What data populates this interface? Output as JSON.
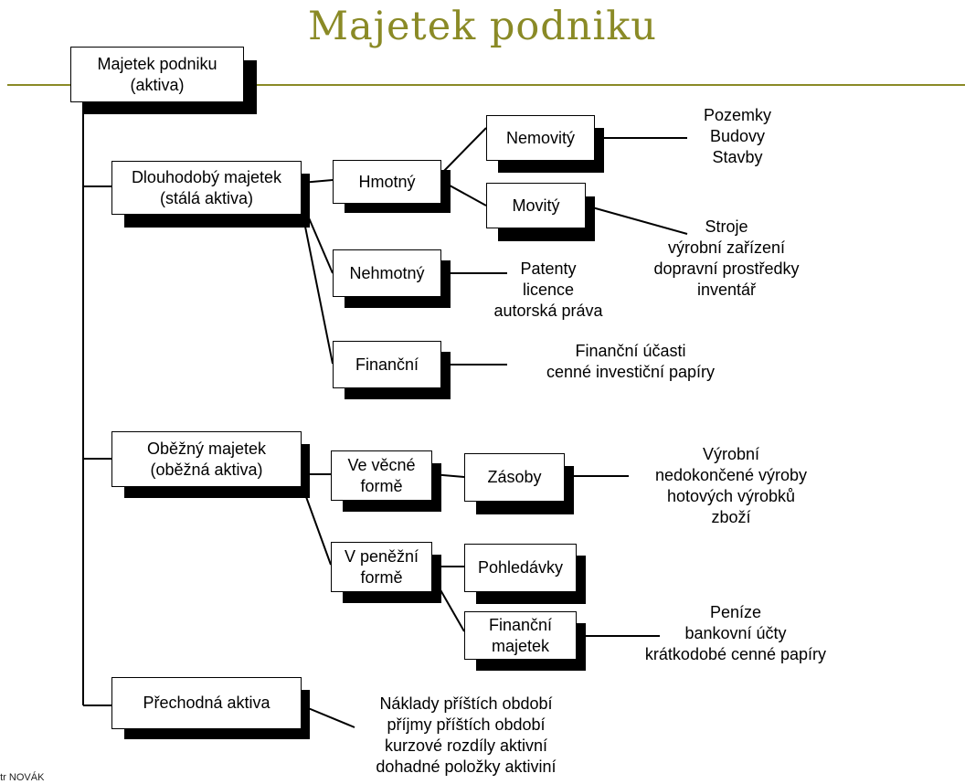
{
  "title": "Majetek podniku",
  "footer": "etr NOVÁK",
  "nodes": {
    "root": "Majetek podniku\n(aktiva)",
    "longterm": "Dlouhodobý majetek\n(stálá aktiva)",
    "tangible": "Hmotný",
    "realestate": "Nemovitý",
    "movable": "Movitý",
    "intangible": "Nehmotný",
    "financial": "Finanční",
    "current": "Oběžný majetek\n(oběžná aktiva)",
    "material": "Ve věcné\nformě",
    "stocks": "Zásoby",
    "monetary": "V peněžní\nformě",
    "receivables": "Pohledávky",
    "finassets": "Finanční\nmajetek",
    "transitional": "Přechodná aktiva"
  },
  "notes": {
    "realestate": "Pozemky\nBudovy\nStavby",
    "movable": "Stroje\nvýrobní zařízení\ndopravní prostředky\ninventář",
    "intangible": "Patenty\nlicence\nautorská práva",
    "financial": "Finanční účasti\ncenné investiční papíry",
    "stocks": "Výrobní\nnedokončené výroby\nhotových výrobků\nzboží",
    "finassets": "Peníze\nbankovní účty\nkrátkodobé cenné papíry",
    "transitional": "Náklady příštích období\npříjmy příštích období\nkurzové rozdíly aktivní\ndohadné položky aktiviní"
  }
}
